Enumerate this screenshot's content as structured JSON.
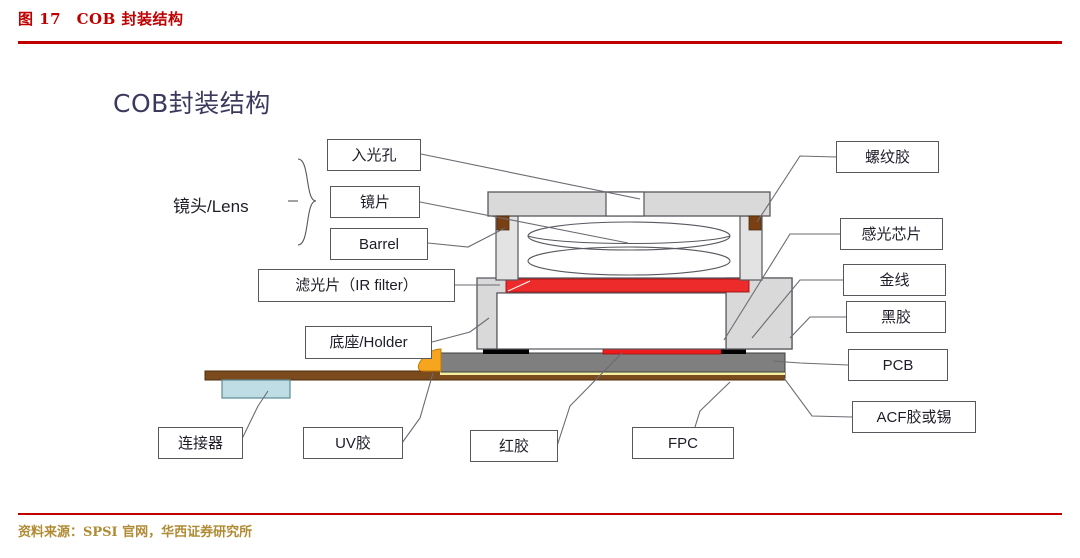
{
  "header": {
    "caption": "图 17　COB 封装结构",
    "rule_color": "#c00000"
  },
  "footer": {
    "source": "资料来源：SPSI 官网，华西证券研究所",
    "text_color": "#b08b34"
  },
  "diagram": {
    "title": "COB封装结构",
    "title_color": "#3b3a5e",
    "group_label": "镜头/Lens",
    "labels": {
      "aperture": "入光孔",
      "lens_element": "镜片",
      "barrel": "Barrel",
      "ir_filter": "滤光片（IR filter）",
      "holder": "底座/Holder",
      "thread_glue": "螺纹胶",
      "image_sensor": "感光芯片",
      "gold_wire": "金线",
      "black_glue": "黑胶",
      "pcb": "PCB",
      "acf_or_solder": "ACF胶或锡",
      "connector": "连接器",
      "uv_glue": "UV胶",
      "red_glue": "红胶",
      "fpc": "FPC"
    },
    "colors": {
      "barrel_body": "#d9d9d9",
      "holder_body": "#d9d9d9",
      "ir_filter": "#ee2b2b",
      "sensor_die": "#ee1c1c",
      "cover_glass": "#ffffff",
      "pcb": "#7f7f7f",
      "pcb_pad": "#000000",
      "fpc": "#7b4b1e",
      "fpc_trace": "#f5f0a0",
      "uv_glue": "#f5a51e",
      "thread_glue": "#7a3f12",
      "connector": "#bfdde4",
      "outline": "#57575e",
      "leader_line": "#6b6b72"
    }
  }
}
